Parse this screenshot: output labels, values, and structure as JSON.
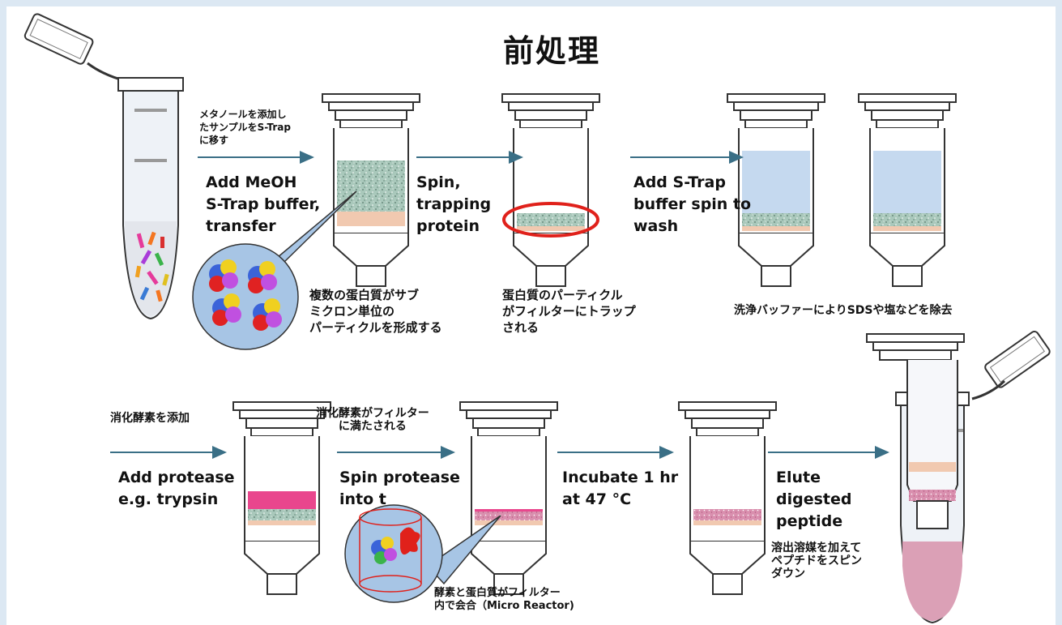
{
  "title": "前処理",
  "steps": {
    "s1_jp": "メタノールを添加し\nたサンプルをS-Trap\nに移す",
    "s1_en": "Add MeOH\nS-Trap buffer,\ntransfer",
    "s1_note": "複数の蛋白質がサブ\nミクロン単位の\nパーティクルを形成する",
    "s2_en": "Spin,\ntrapping\nprotein",
    "s2_note": "蛋白質のパーティクル\nがフィルターにトラップ\nされる",
    "s3_en": "Add S-Trap\nbuffer spin to\nwash",
    "s3_note": "洗浄バッファーによりSDSや塩などを除去",
    "s4_jp": "消化酵素を添加",
    "s4_en": "Add protease\ne.g. trypsin",
    "s5_jp": "消化酵素がフィルター\nに満たされる",
    "s5_en": "Spin protease\ninto t",
    "s5_note": "酵素と蛋白質がフィルター\n内で会合（Micro Reactor)",
    "s6_en": "Incubate 1 hr\nat 47 °C",
    "s7_en": "Elute\ndigested\npeptide",
    "s7_jp": "溶出溶媒を加えて\nペプチドをスピン\nダウン"
  },
  "colors": {
    "arrow": "#3a6f86",
    "matrix": "#9fbfb3",
    "buffer": "#c5d9ef",
    "protease": "#e9468d",
    "peptide": "#dba0b6",
    "highlight": "#e0211b",
    "bubble": "#a7c5e5",
    "band": "#f1c9b0"
  }
}
